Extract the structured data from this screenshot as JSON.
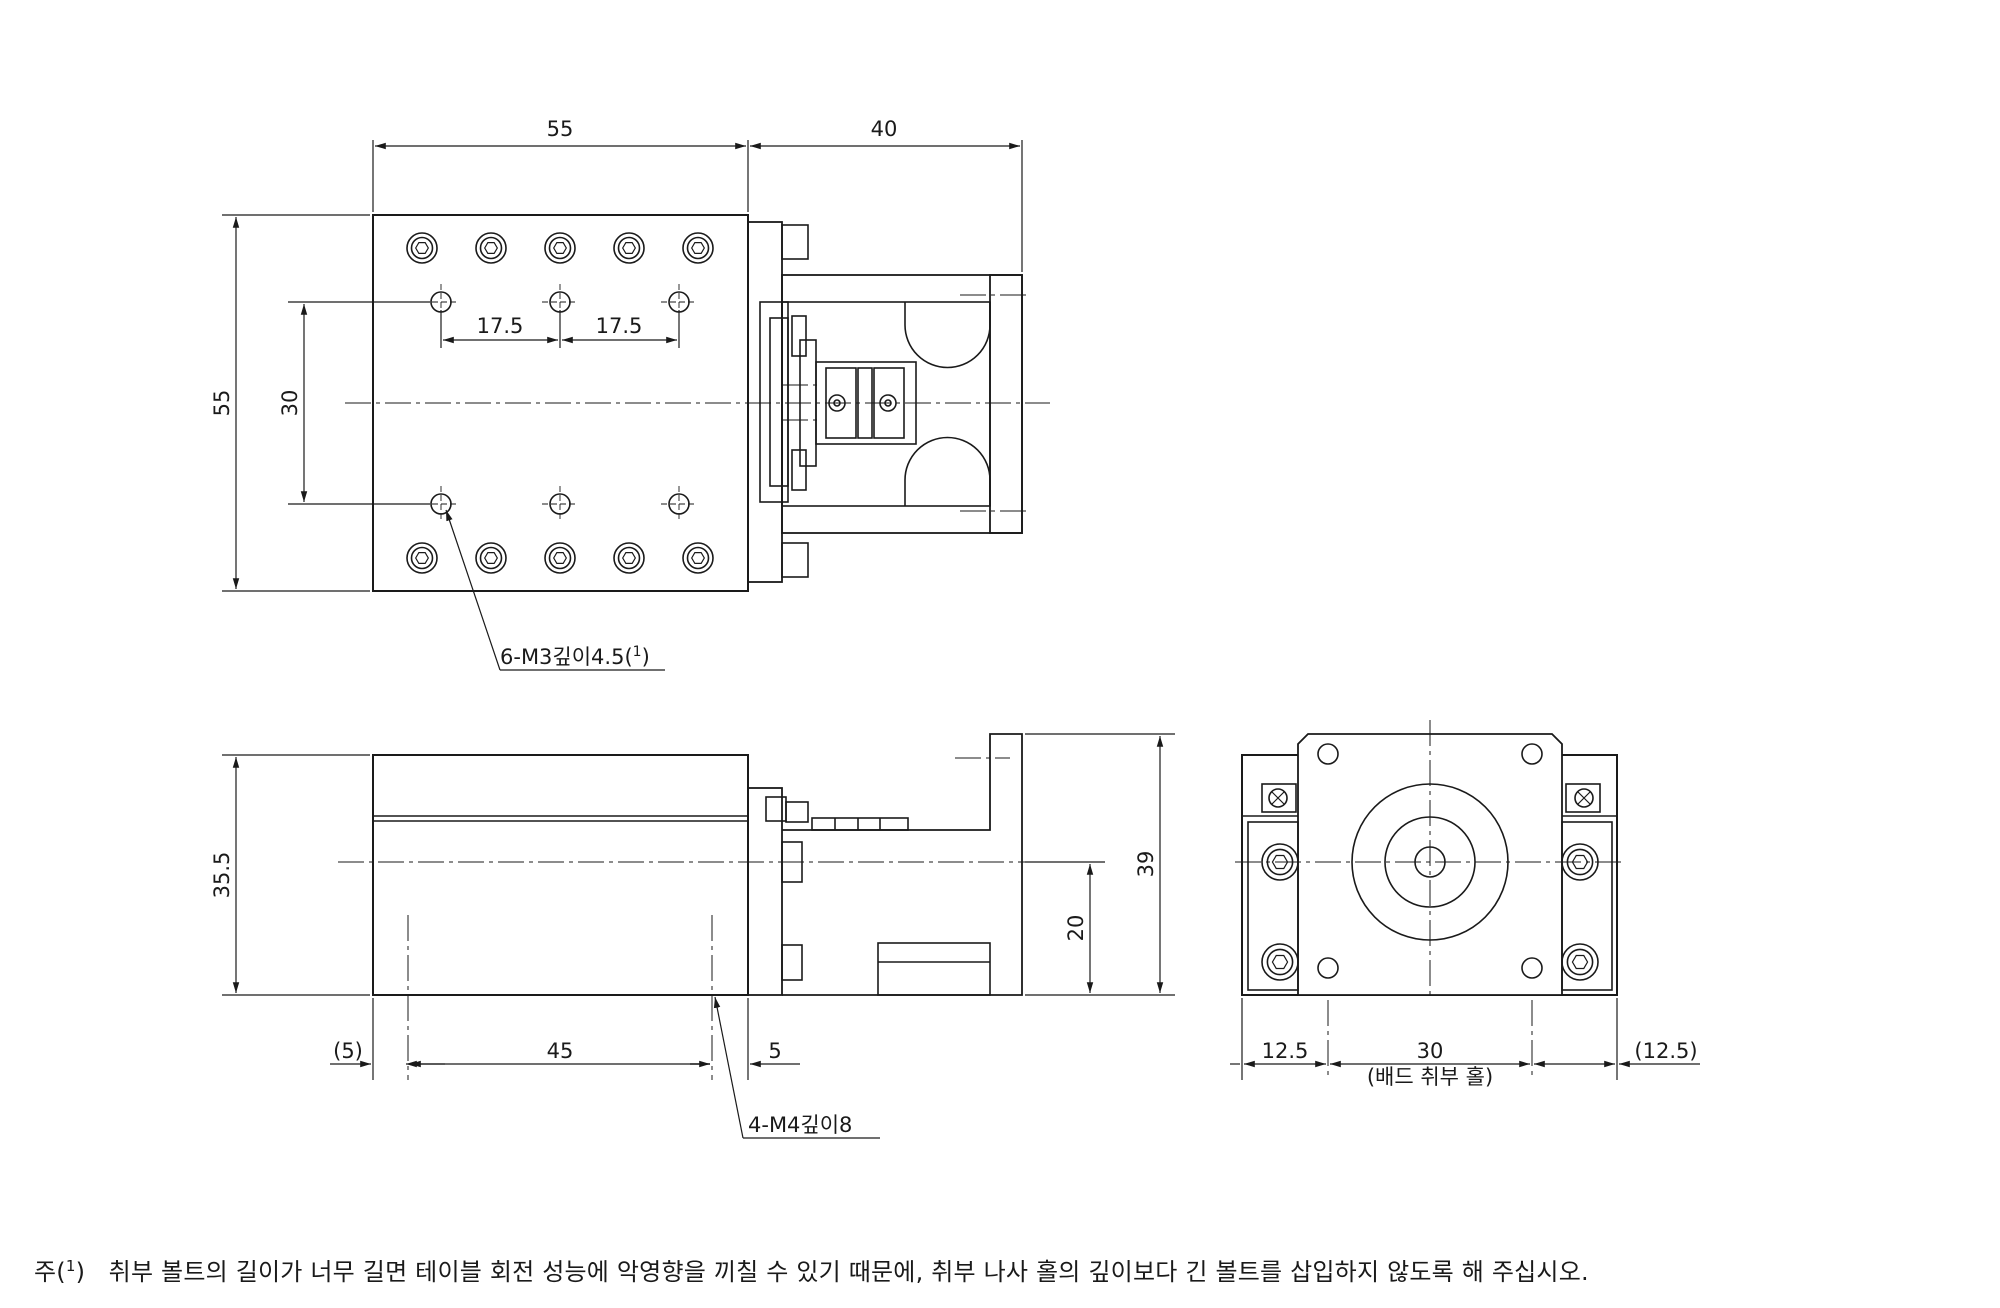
{
  "dimensions": {
    "top_width": "55",
    "top_ext": "40",
    "top_height": "55",
    "top_hole_span": "30",
    "pitch_left": "17.5",
    "pitch_right": "17.5",
    "side_height": "35.5",
    "side_total_height": "39",
    "side_axis_height": "20",
    "side_offset_left": "(5)",
    "side_base_len": "45",
    "side_offset_right": "5",
    "end_left": "12.5",
    "end_mid": "30",
    "end_right": "(12.5)"
  },
  "callouts": {
    "top_holes": "6-M3깊이4.5(",
    "top_holes_ref": "1",
    "top_holes_close": ")",
    "side_holes": "4-M4깊이8",
    "end_mid_caption": "(배드 취부 홀)"
  },
  "note": {
    "prefix": "주(",
    "ref": "1",
    "suffix": ")",
    "text": "취부 볼트의 길이가 너무 길면 테이블 회전 성능에 악영향을 끼칠 수 있기 때문에, 취부 나사 홀의 깊이보다 긴 볼트를 삽입하지 않도록 해 주십시오."
  },
  "colors": {
    "line": "#1a1a1a",
    "body_fill": "#ffffff"
  }
}
